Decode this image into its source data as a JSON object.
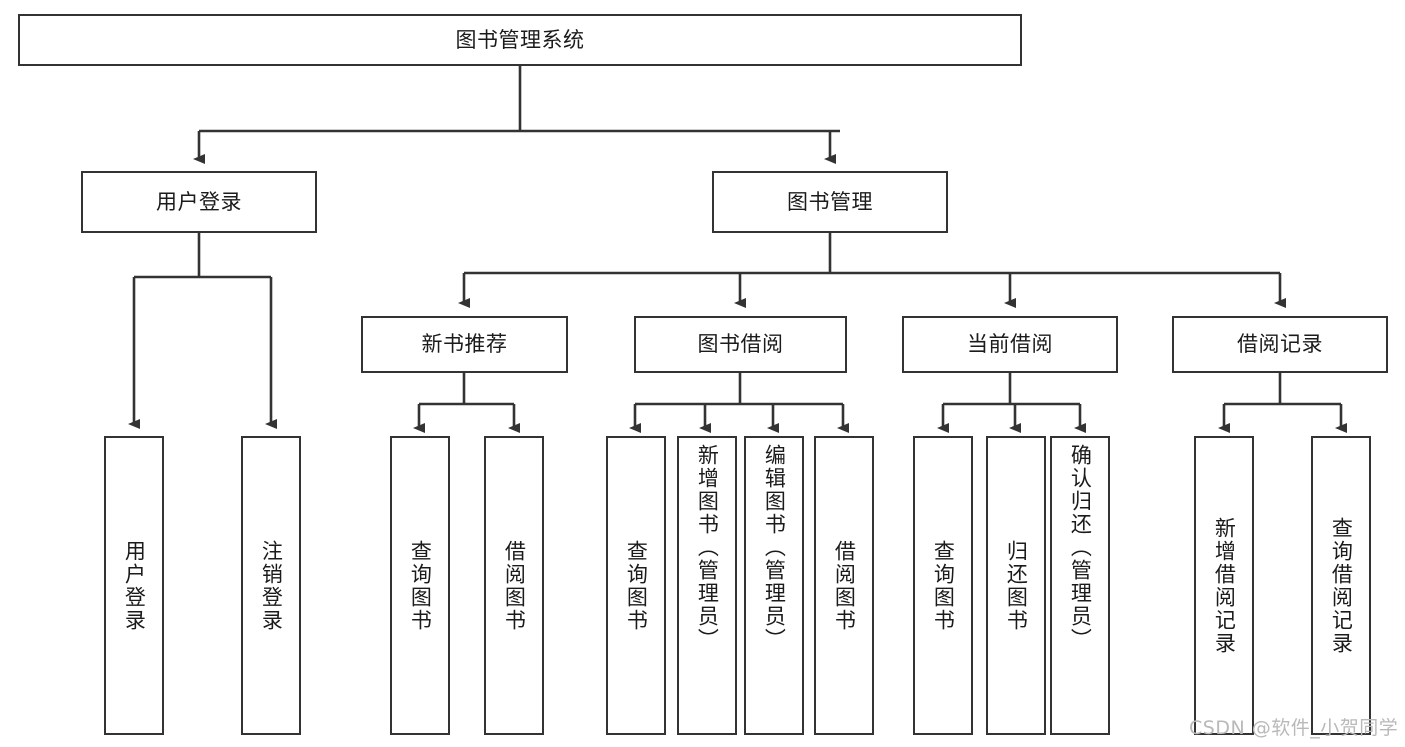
{
  "diagram": {
    "title": "图书管理系统",
    "type": "tree",
    "root": {
      "label": "图书管理系统"
    },
    "level1": [
      {
        "label": "用户登录"
      },
      {
        "label": "图书管理"
      }
    ],
    "level2": [
      {
        "label": "新书推荐",
        "parent": "图书管理"
      },
      {
        "label": "图书借阅",
        "parent": "图书管理"
      },
      {
        "label": "当前借阅",
        "parent": "图书管理"
      },
      {
        "label": "借阅记录",
        "parent": "图书管理"
      }
    ],
    "leaves": {
      "user_login": [
        {
          "label": "用户登录"
        },
        {
          "label": "注销登录"
        }
      ],
      "new_book_recommend": [
        {
          "label": "查询图书"
        },
        {
          "label": "借阅图书"
        }
      ],
      "book_borrow": [
        {
          "label": "查询图书"
        },
        {
          "label": "新增图书（管理员）"
        },
        {
          "label": "编辑图书（管理员）"
        },
        {
          "label": "借阅图书"
        }
      ],
      "current_borrow": [
        {
          "label": "查询图书"
        },
        {
          "label": "归还图书"
        },
        {
          "label": "确认归还（管理员）"
        }
      ],
      "borrow_record": [
        {
          "label": "新增借阅记录"
        },
        {
          "label": "查询借阅记录"
        }
      ]
    }
  },
  "watermark": {
    "text": "CSDN @软件_小贺同学"
  },
  "colors": {
    "stroke": "#333333",
    "background": "#ffffff",
    "text": "#1b1b1b",
    "watermark": "#b9b9b9"
  }
}
